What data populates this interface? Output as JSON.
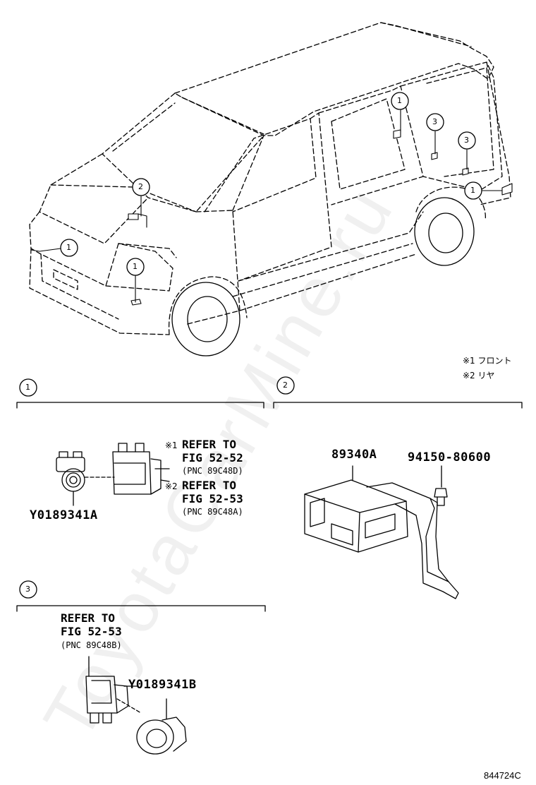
{
  "watermark": "ToyotaCarMine.ru",
  "legend": {
    "front": "※1 フロント",
    "rear": "※2 リヤ"
  },
  "callouts": {
    "c1": "1",
    "c2": "2",
    "c3": "3"
  },
  "section1": {
    "label": "1",
    "part": "Y0189341A",
    "ref1": {
      "mark": "※1",
      "line1": "REFER TO",
      "line2": "FIG 52-52",
      "pnc": "(PNC 89C48D)"
    },
    "ref2": {
      "mark": "※2",
      "line1": "REFER TO",
      "line2": "FIG 52-53",
      "pnc": "(PNC 89C48A)"
    }
  },
  "section2": {
    "label": "2",
    "part_ecu": "89340A",
    "part_bolt": "94150-80600"
  },
  "section3": {
    "label": "3",
    "part": "Y0189341B",
    "ref": {
      "line1": "REFER TO",
      "line2": "FIG 52-53",
      "pnc": "(PNC 89C48B)"
    }
  },
  "figure_id": "844724C"
}
